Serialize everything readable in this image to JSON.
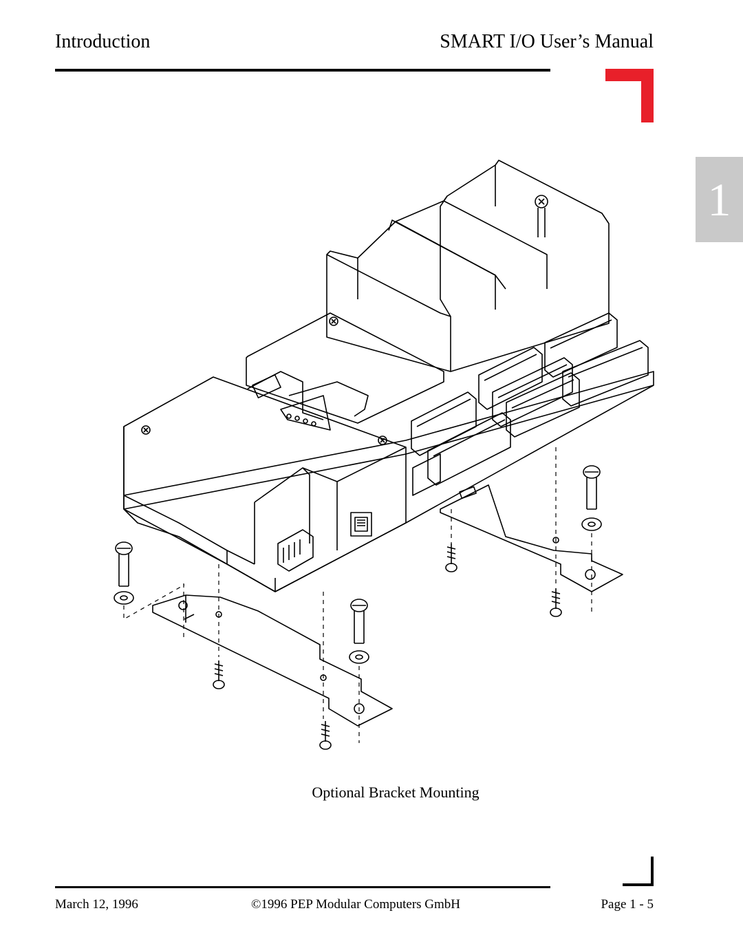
{
  "header": {
    "section": "Introduction",
    "manual_title": "SMART I/O User’s Manual"
  },
  "chapter_tab": {
    "number": "1"
  },
  "figure": {
    "caption": "Optional Bracket Mounting"
  },
  "footer": {
    "date": "March 12, 1996",
    "copyright": "©1996 PEP Modular Computers GmbH",
    "page": "Page 1 - 5"
  },
  "colors": {
    "accent_red": "#e8202a",
    "tab_gray": "#c9c9c9"
  }
}
